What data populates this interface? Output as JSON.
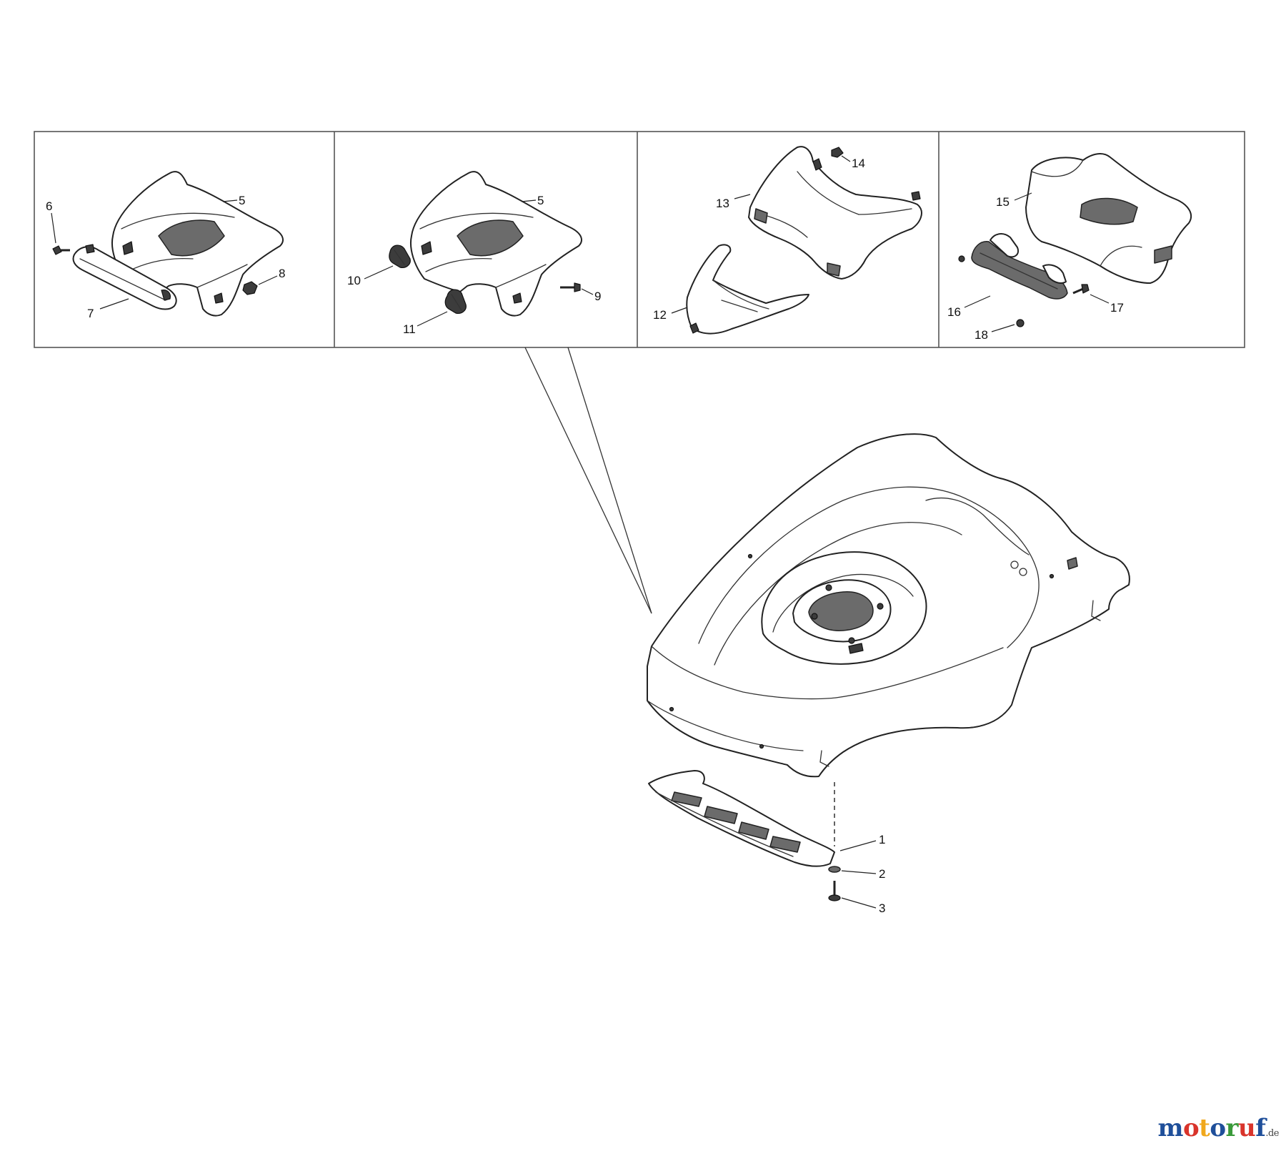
{
  "colors": {
    "part_fill": "#ffffff",
    "part_shade": "#6b6b6b",
    "part_dark": "#3c3c3c",
    "line": "#222222",
    "frame": "#555555"
  },
  "callouts": {
    "p1": "1",
    "p2": "2",
    "p3": "3",
    "p5a": "5",
    "p5b": "5",
    "p6": "6",
    "p7": "7",
    "p8": "8",
    "p9": "9",
    "p10": "10",
    "p11": "11",
    "p12": "12",
    "p13": "13",
    "p14": "14",
    "p15": "15",
    "p16": "16",
    "p17": "17",
    "p18": "18"
  },
  "watermark": {
    "parts": [
      {
        "text": "m",
        "color": "#1f4f9a"
      },
      {
        "text": "o",
        "color": "#d9342b"
      },
      {
        "text": "t",
        "color": "#f0a81c"
      },
      {
        "text": "o",
        "color": "#1f4f9a"
      },
      {
        "text": "r",
        "color": "#3a9a3a"
      },
      {
        "text": "u",
        "color": "#d9342b"
      },
      {
        "text": "f",
        "color": "#1f4f9a"
      }
    ],
    "suffix": ".de"
  }
}
